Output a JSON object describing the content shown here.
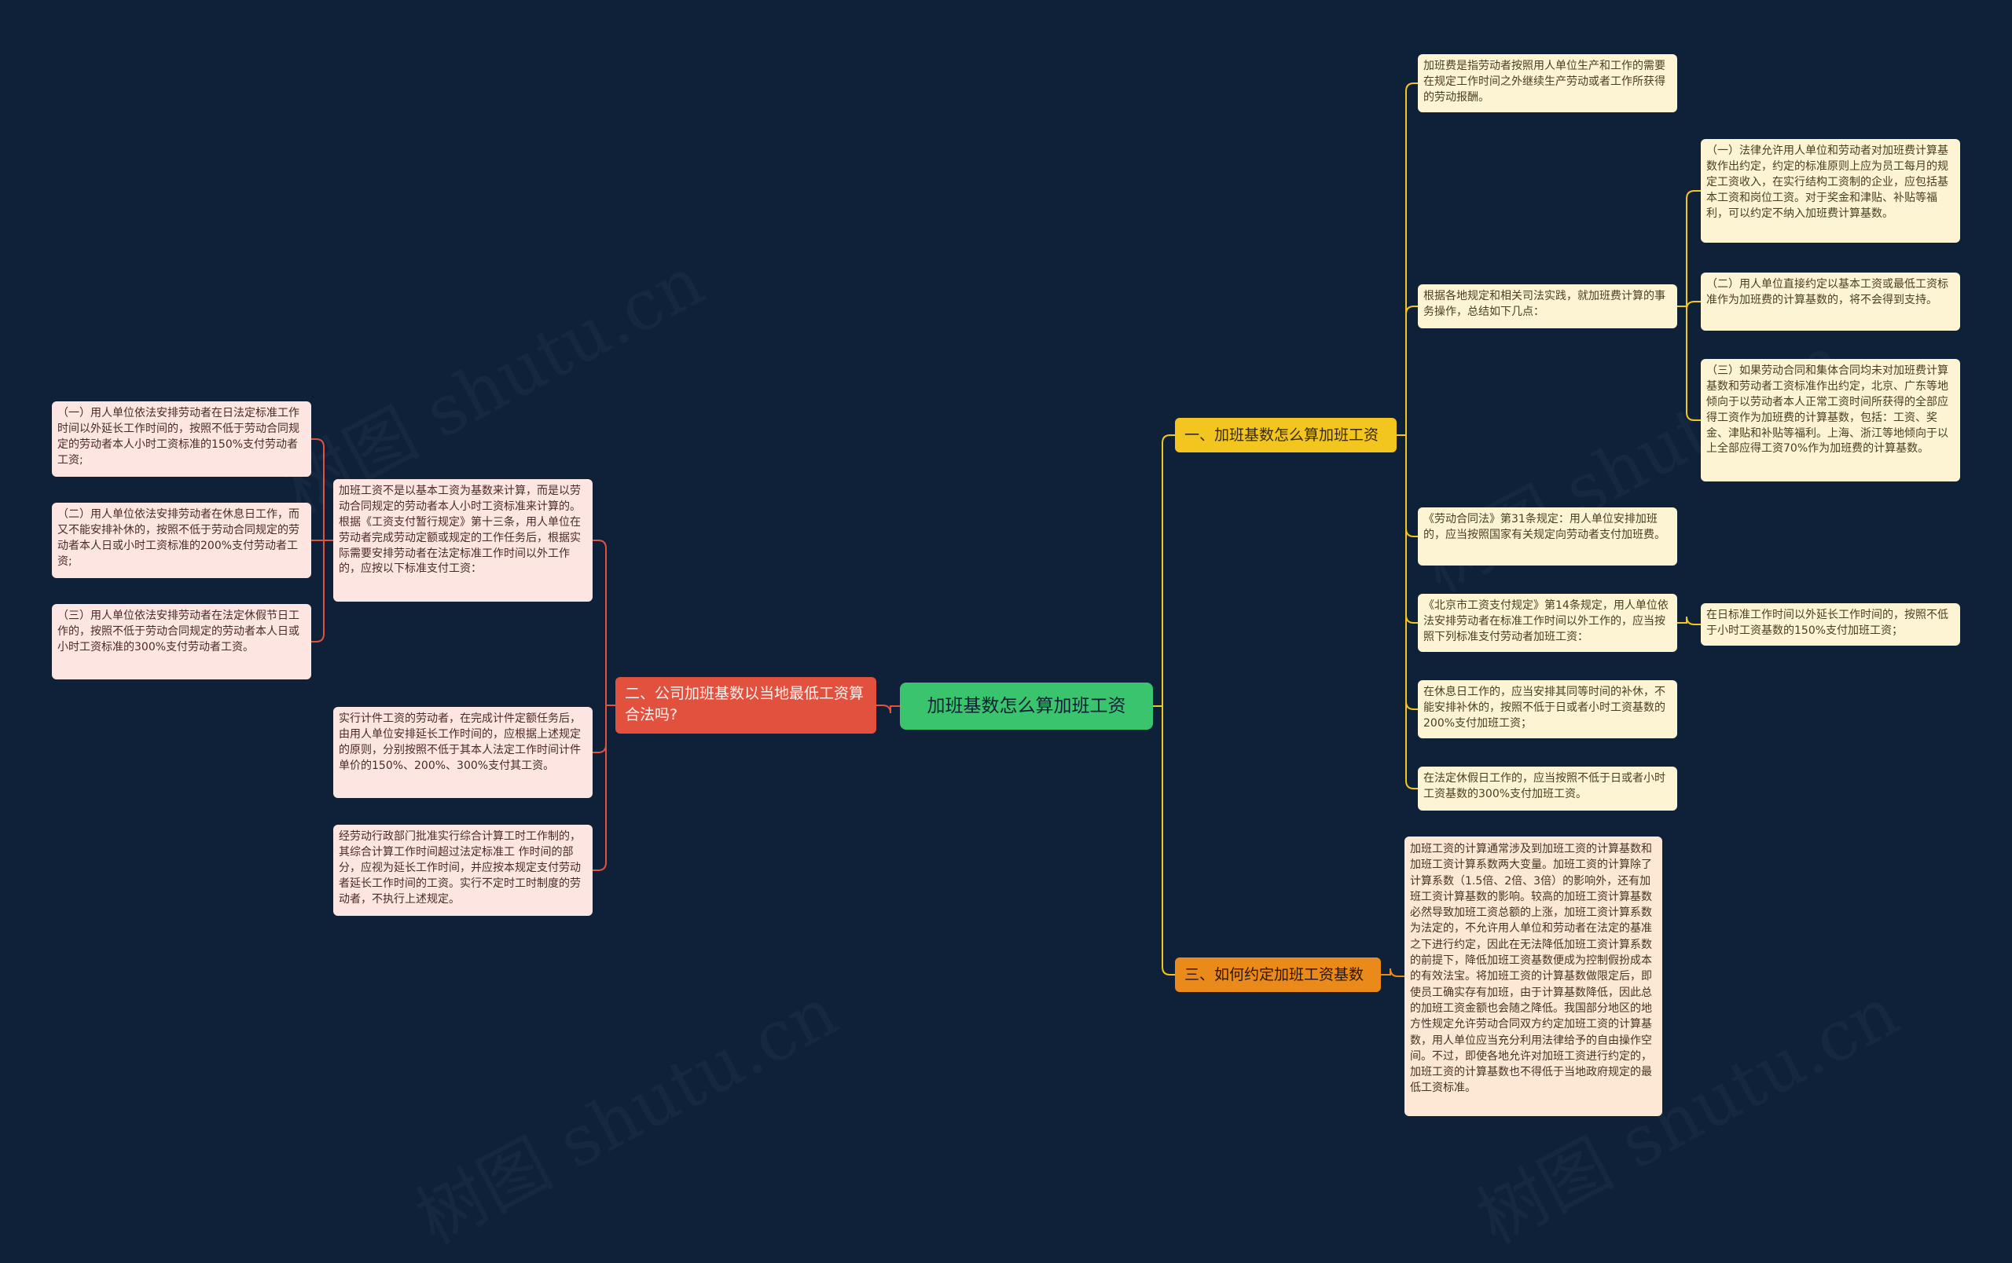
{
  "root": {
    "text": "加班基数怎么算加班工资"
  },
  "branch1": {
    "title": "一、加班基数怎么算加班工资",
    "items": [
      "加班费是指劳动者按照用人单位生产和工作的需要在规定工作时间之外继续生产劳动或者工作所获得的劳动报酬。",
      "根据各地规定和相关司法实践，就加班费计算的事务操作，总结如下几点：",
      "《劳动合同法》第31条规定：用人单位安排加班的，应当按照国家有关规定向劳动者支付加班费。",
      "《北京市工资支付规定》第14条规定，用人单位依法安排劳动者在标准工作时间以外工作的，应当按照下列标准支付劳动者加班工资：",
      "在休息日工作的，应当安排其同等时间的补休，不能安排补休的，按照不低于日或者小时工资基数的200%支付加班工资；",
      "在法定休假日工作的，应当按照不低于日或者小时工资基数的300%支付加班工资。"
    ],
    "sub_items_practice": [
      "（一）法律允许用人单位和劳动者对加班费计算基数作出约定，约定的标准原则上应为员工每月的规定工资收入，在实行结构工资制的企业，应包括基本工资和岗位工资。对于奖金和津贴、补贴等福利，可以约定不纳入加班费计算基数。",
      "（二）用人单位直接约定以基本工资或最低工资标准作为加班费的计算基数的，将不会得到支持。",
      "（三）如果劳动合同和集体合同均未对加班费计算基数和劳动者工资标准作出约定，北京、广东等地倾向于以劳动者本人正常工资时间所获得的全部应得工资作为加班费的计算基数，包括：工资、奖金、津贴和补贴等福利。上海、浙江等地倾向于以上全部应得工资70%作为加班费的计算基数。"
    ],
    "sub_items_beijing": [
      "在日标准工作时间以外延长工作时间的，按照不低于小时工资基数的150%支付加班工资；"
    ]
  },
  "branch2": {
    "title": "二、公司加班基数以当地最低工资算合法吗?",
    "items": [
      "加班工资不是以基本工资为基数来计算，而是以劳动合同规定的劳动者本人小时工资标准来计算的。根据《工资支付暂行规定》第十三条，用人单位在劳动者完成劳动定额或规定的工作任务后，根据实际需要安排劳动者在法定标准工作时间以外工作的，应按以下标准支付工资：",
      "实行计件工资的劳动者，在完成计件定额任务后，由用人单位安排延长工作时间的，应根据上述规定的原则，分别按照不低于其本人法定工作时间计件单价的150%、200%、300%支付其工资。",
      "经劳动行政部门批准实行综合计算工时工作制的，其综合计算工作时间超过法定标准工 作时间的部分，应视为延长工作时间，并应按本规定支付劳动者延长工作时间的工资。实行不定时工时制度的劳动者，不执行上述规定。"
    ],
    "sub_items": [
      "（一）用人单位依法安排劳动者在日法定标准工作时间以外延长工作时间的，按照不低于劳动合同规定的劳动者本人小时工资标准的150%支付劳动者工资;",
      "（二）用人单位依法安排劳动者在休息日工作，而又不能安排补休的，按照不低于劳动合同规定的劳动者本人日或小时工资标准的200%支付劳动者工资;",
      "（三）用人单位依法安排劳动者在法定休假节日工作的，按照不低于劳动合同规定的劳动者本人日或小时工资标准的300%支付劳动者工资。"
    ]
  },
  "branch3": {
    "title": "三、如何约定加班工资基数",
    "items": [
      "加班工资的计算通常涉及到加班工资的计算基数和加班工资计算系数两大变量。加班工资的计算除了计算系数（1.5倍、2倍、3倍）的影响外，还有加班工资计算基数的影响。较高的加班工资计算基数必然导致加班工资总额的上涨，加班工资计算系数为法定的，不允许用人单位和劳动者在法定的基准之下进行约定，因此在无法降低加班工资计算系数的前提下，降低加班工资基数便成为控制假扮成本的有效法宝。将加班工资的计算基数做限定后，即使员工确实存有加班，由于计算基数降低，因此总的加班工资金额也会随之降低。我国部分地区的地方性规定允许劳动合同双方约定加班工资的计算基数，用人单位应当充分利用法律给予的自由操作空间。不过，即使各地允许对加班工资进行约定的，加班工资的计算基数也不得低于当地政府规定的最低工资标准。"
    ]
  },
  "watermark": "树图 shutu.cn",
  "colors": {
    "background": "#0e2139",
    "root": "#3bc46e",
    "branch1": "#f2c61f",
    "branch2": "#e2513e",
    "branch3": "#ea8a1a",
    "leaf_yellow": "#fdf4d4",
    "leaf_red": "#fde6e2",
    "leaf_orange": "#fde8d6"
  }
}
